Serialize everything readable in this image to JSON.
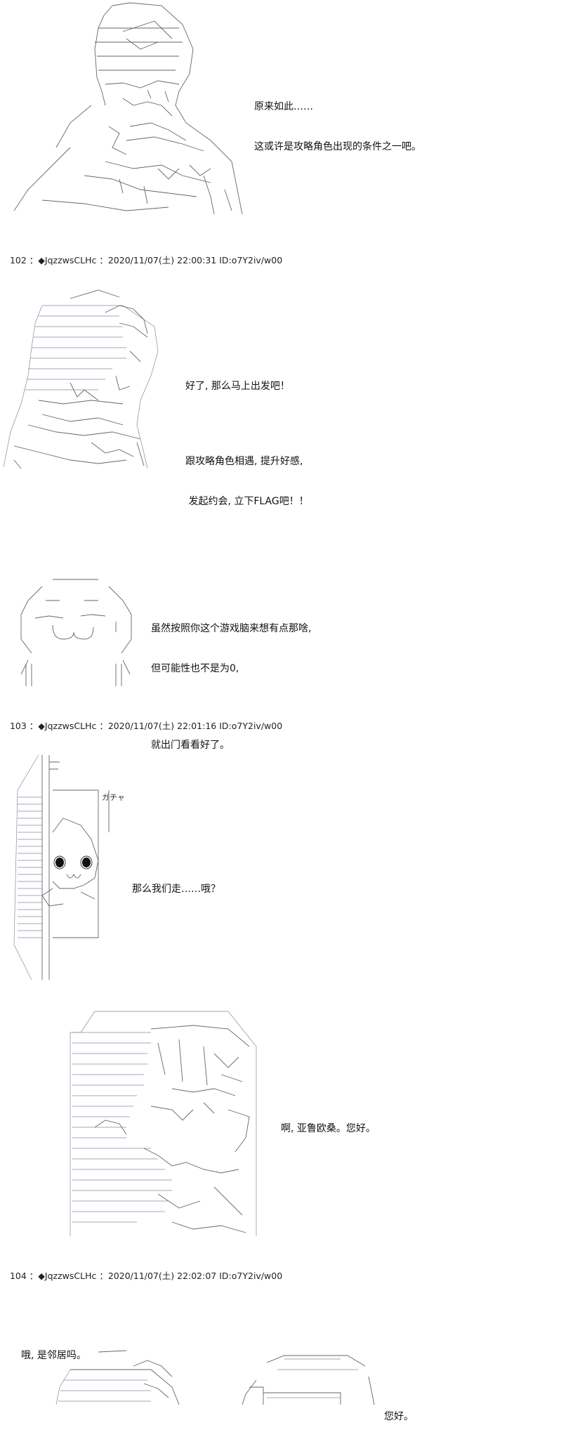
{
  "posts": [
    {
      "dialog": [
        "原来如此……",
        "这或许是攻略角色出现的条件之一吧。"
      ]
    },
    {
      "header": {
        "number": "102",
        "name": "◆JqzzwsCLHc",
        "date": "2020/11/07(土) 22:00:31",
        "id": "ID:o7Y2iv/w00"
      },
      "dialog_a": [
        "好了, 那么马上出发吧！",
        "",
        "跟攻略角色相遇, 提升好感,",
        " 发起约会, 立下FLAG吧！！"
      ],
      "dialog_b": [
        "虽然按照你这个游戏脑来想有点那啥,",
        "但可能性也不是为0,",
        "",
        "就出门看看好了。"
      ]
    },
    {
      "header": {
        "number": "103",
        "name": "◆JqzzwsCLHc",
        "date": "2020/11/07(土) 22:01:16",
        "id": "ID:o7Y2iv/w00"
      },
      "sfx": "ガチャ",
      "dialog_a": [
        "那么我们走……哦？"
      ],
      "dialog_b": [
        "啊, 亚鲁欧桑。您好。"
      ]
    },
    {
      "header": {
        "number": "104",
        "name": "◆JqzzwsCLHc",
        "date": "2020/11/07(土) 22:02:07",
        "id": "ID:o7Y2iv/w00"
      },
      "dialog_a": [
        "哦, 是邻居吗。"
      ],
      "dialog_b": [
        "您好。"
      ]
    }
  ]
}
